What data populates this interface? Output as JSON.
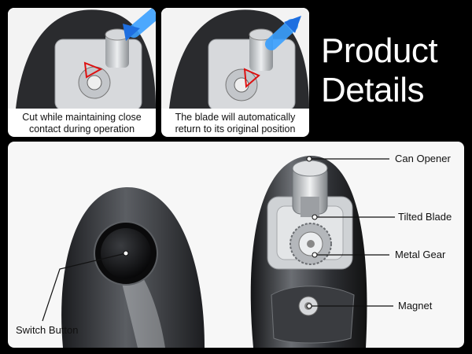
{
  "heading": {
    "line1": "Product",
    "line2": "Details"
  },
  "steps": [
    {
      "caption_line1": "Cut while maintaining close",
      "caption_line2": "contact during operation"
    },
    {
      "caption_line1": "The blade will automatically",
      "caption_line2": "return to its original position"
    }
  ],
  "labels": {
    "can_opener": "Can Opener",
    "tilted_blade": "Tilted Blade",
    "metal_gear": "Metal Gear",
    "magnet": "Magnet",
    "switch_button": "Switch Button"
  },
  "colors": {
    "background": "#000000",
    "arrow": "#1e90ff",
    "body": "#2b2b2f",
    "metal": "#b9bcc0"
  }
}
